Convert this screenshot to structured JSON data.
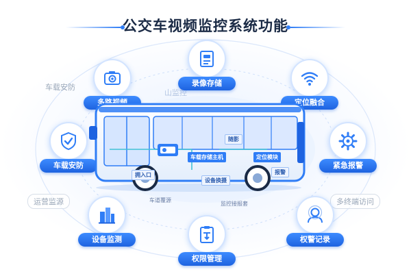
{
  "title": "公交车视频监控系统功能",
  "colors": {
    "accent": "#2f7df6",
    "accent_dark": "#1e63e0",
    "title": "#1a2a45",
    "ghost": "#9aa7b8"
  },
  "features": [
    {
      "id": "recording",
      "label": "录像存储",
      "icon": "storage-box-icon"
    },
    {
      "id": "multi-video",
      "label": "多路视频",
      "icon": "camera-icon"
    },
    {
      "id": "positioning",
      "label": "定位融合",
      "icon": "wifi-signal-icon"
    },
    {
      "id": "security",
      "label": "车载安防",
      "icon": "shield-check-icon"
    },
    {
      "id": "alarm",
      "label": "紧急报警",
      "icon": "gear-alarm-icon"
    },
    {
      "id": "device",
      "label": "设备监测",
      "icon": "buildings-icon"
    },
    {
      "id": "permission",
      "label": "权限管理",
      "icon": "clipboard-icon"
    },
    {
      "id": "log",
      "label": "权警记录",
      "icon": "user-badge-icon"
    }
  ],
  "ghost_labels": {
    "top_left": "车载安防",
    "mid_left": "运营监源",
    "mid_right": "多终端访问",
    "top_center": "山监控"
  },
  "bus": {
    "host": "车载存储主机",
    "location": "定位模块",
    "smart": "随影",
    "alarm_btn": "报警",
    "entry": "拥入口",
    "speed": "车道覆源",
    "cam_switch": "设备换摄",
    "uplink": "监控接报套"
  }
}
